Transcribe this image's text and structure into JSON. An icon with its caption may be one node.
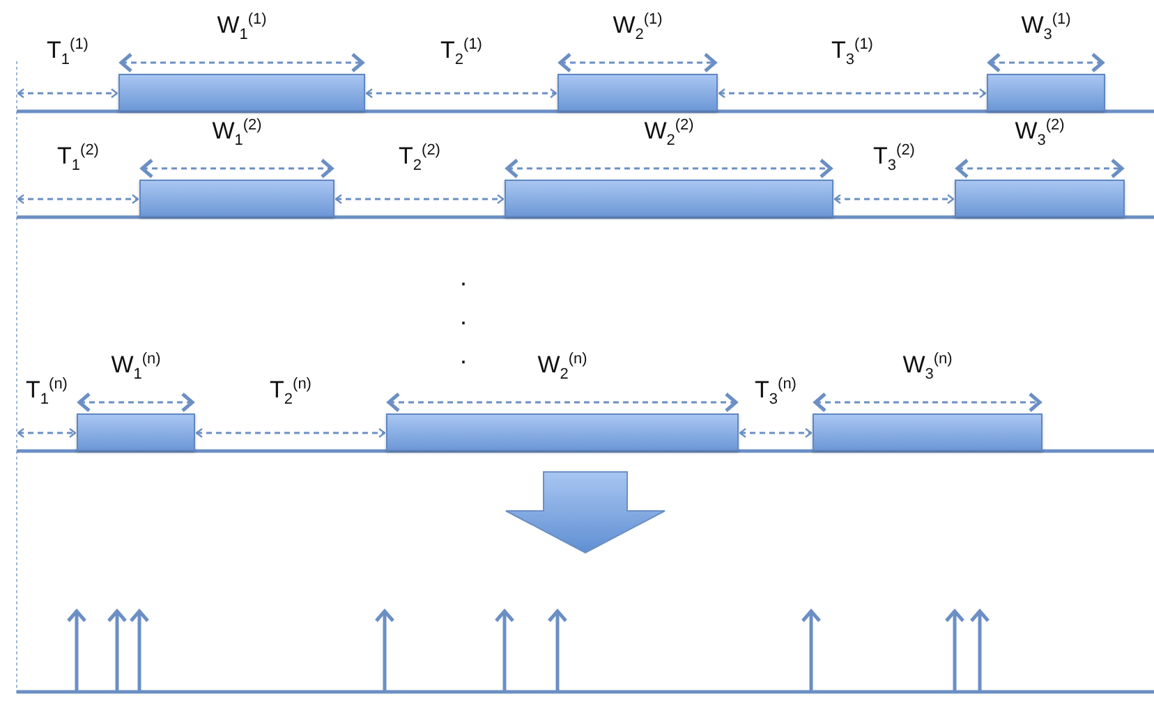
{
  "diagram": {
    "nodes": [
      {
        "text": [],
        "shape": "bar"
      },
      {
        "text": [],
        "shape": "bar"
      },
      {
        "text": [],
        "shape": "bar"
      },
      {
        "text": [],
        "shape": "bar"
      },
      {
        "text": [],
        "shape": "bar"
      },
      {
        "text": [],
        "shape": "bar"
      },
      {
        "text": [],
        "shape": "bar"
      },
      {
        "text": [],
        "shape": "bar"
      },
      {
        "text": [],
        "shape": "bar"
      }
    ],
    "edges": [
      {
        "from": null,
        "to": 0,
        "arrow": "both",
        "style": "dashed",
        "label": "T$_{1}$$^{(1)}$"
      },
      {
        "from": 0,
        "to": 1,
        "arrow": "both",
        "style": "dashed",
        "label": "T$_{2}$$^{(1)}$"
      },
      {
        "from": 1,
        "to": 2,
        "arrow": "both",
        "style": "dashed",
        "label": "T$_{3}$$^{(1)}$"
      },
      {
        "from": null,
        "to": 3,
        "arrow": "both",
        "style": "dashed",
        "label": "T$_{1}$$^{(2)}$"
      },
      {
        "from": 3,
        "to": 4,
        "arrow": "both",
        "style": "dashed",
        "label": "T$_{2}$$^{(2)}$"
      },
      {
        "from": 4,
        "to": 5,
        "arrow": "both",
        "style": "dashed",
        "label": "T$_{3}$$^{(2)}$"
      },
      {
        "from": null,
        "to": 6,
        "arrow": "both",
        "style": "dashed",
        "label": "T$_{1}$$^{(n)}$"
      },
      {
        "from": 6,
        "to": 7,
        "arrow": "both",
        "style": "dashed",
        "label": "T$_{2}$$^{(n)}$"
      },
      {
        "from": 7,
        "to": 8,
        "arrow": "both",
        "style": "dashed",
        "label": "T$_{3}$$^{(n)}$"
      }
    ],
    "labels": [
      "W$_{1}$$^{(1)}$",
      "W$_{2}$$^{(1)}$",
      "W$_{3}$$^{(1)}$",
      "W$_{1}$$^{(2)}$",
      "W$_{2}$$^{(2)}$",
      "W$_{3}$$^{(2)}$",
      ".",
      ".",
      ".",
      "W$_{1}$$^{(n)}$",
      "W$_{2}$$^{(n)}$",
      "W$_{3}$$^{(n)}$"
    ]
  }
}
